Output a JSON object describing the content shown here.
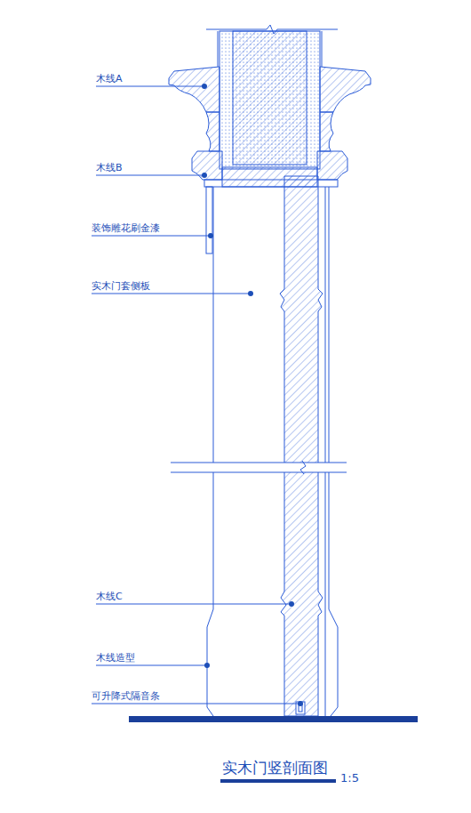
{
  "diagram": {
    "title": "实木门竖剖面图",
    "labels": [
      "木线A",
      "木线B",
      "装饰雕花刷金漆",
      "实木门套侧板",
      "木线C",
      "木线造型",
      "可升降式隔音条",
      "1:5"
    ]
  }
}
